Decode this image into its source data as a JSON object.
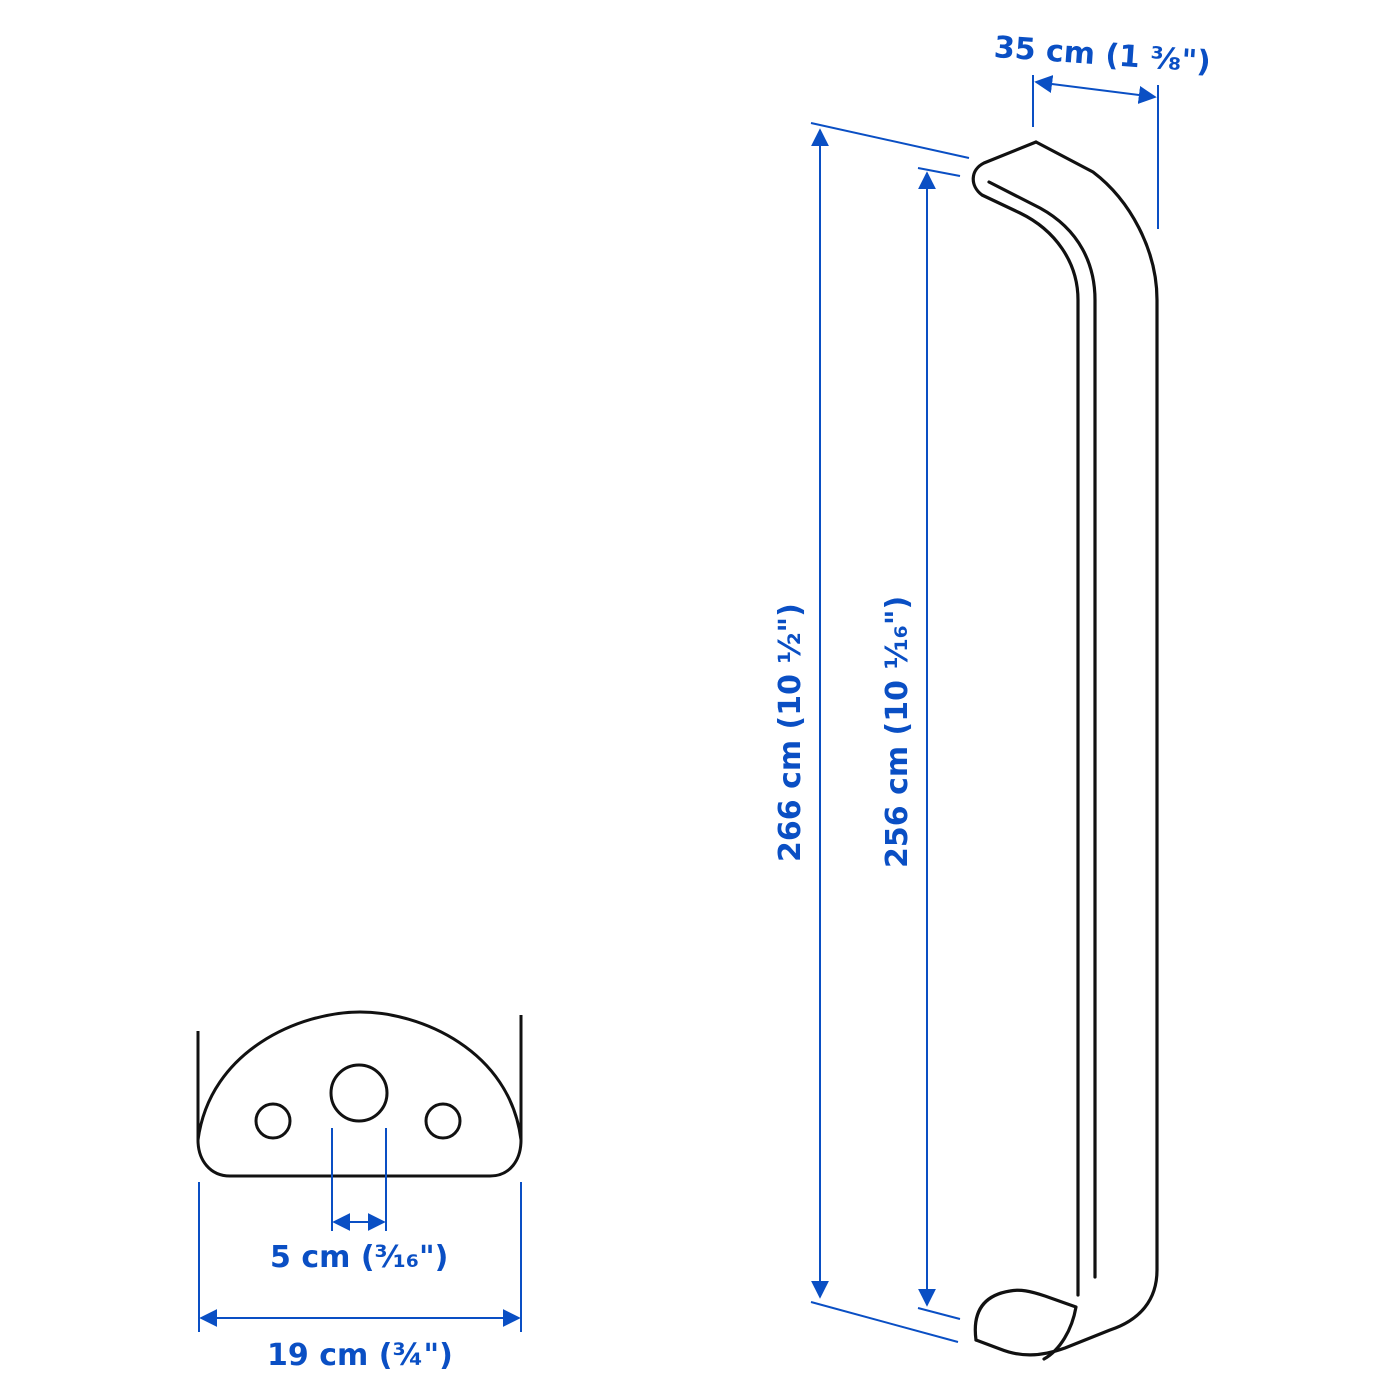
{
  "diagram": {
    "type": "product-dimension-drawing",
    "subject": "cabinet handle",
    "colors": {
      "outline": "#111111",
      "dimension": "#0a4fc4",
      "background": "#ffffff"
    },
    "views": [
      {
        "name": "end-view",
        "description": "half-round end cross-section with 3 holes"
      },
      {
        "name": "side-view",
        "description": "bar handle side elevation"
      }
    ],
    "dimensions": {
      "depth": {
        "metric": "35 cm",
        "imperial": "(1 ⅜\")",
        "label": "35 cm (1 ⅜\")"
      },
      "overall_length": {
        "metric": "266 cm",
        "imperial": "(10 ½\")",
        "label": "266 cm (10 ½\")"
      },
      "hole_spacing": {
        "metric": "256 cm",
        "imperial": "(10 ¹⁄₁₆\")",
        "label": "256 cm (10 ¹⁄₁₆\")"
      },
      "hole_diameter": {
        "metric": "5 cm",
        "imperial": "(³⁄₁₆\")",
        "label": "5 cm (³⁄₁₆\")"
      },
      "width": {
        "metric": "19 cm",
        "imperial": "(¾\")",
        "label": "19 cm (¾\")"
      }
    }
  }
}
